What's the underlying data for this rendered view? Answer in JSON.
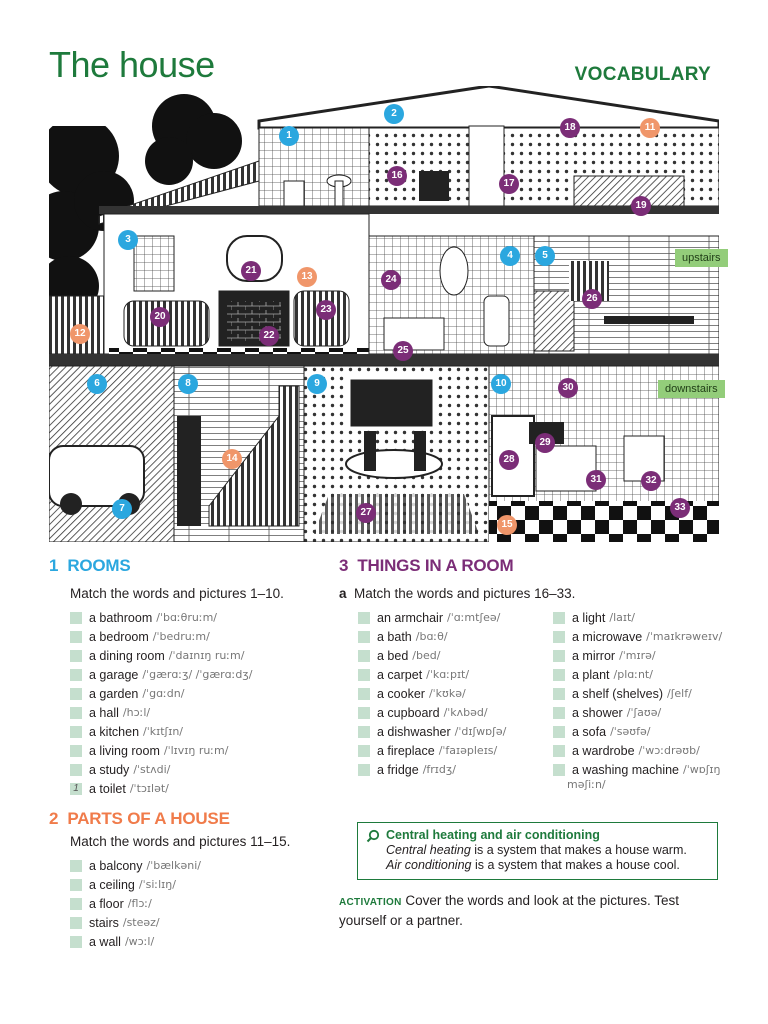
{
  "page": {
    "title": "The house",
    "section_tag": "VOCABULARY"
  },
  "illustration": {
    "floor_tags": {
      "upstairs": "upstairs",
      "downstairs": "downstairs"
    },
    "markers": {
      "m1": "1",
      "m2": "2",
      "m3": "3",
      "m4": "4",
      "m5": "5",
      "m6": "6",
      "m7": "7",
      "m8": "8",
      "m9": "9",
      "m10": "10",
      "m11": "11",
      "m12": "12",
      "m13": "13",
      "m14": "14",
      "m15": "15",
      "m16": "16",
      "m17": "17",
      "m18": "18",
      "m19": "19",
      "m20": "20",
      "m21": "21",
      "m22": "22",
      "m23": "23",
      "m24": "24",
      "m25": "25",
      "m26": "26",
      "m27": "27",
      "m28": "28",
      "m29": "29",
      "m30": "30",
      "m31": "31",
      "m32": "32",
      "m33": "33"
    },
    "colors": {
      "blue": "#2ba7df",
      "orange": "#f0966a",
      "purple": "#7b2d77"
    }
  },
  "rooms": {
    "number": "1",
    "heading": "ROOMS",
    "instruction": "Match the words and pictures 1–10.",
    "items": [
      {
        "box": "",
        "word": "a bathroom",
        "phon": "/ˈbɑːθruːm/"
      },
      {
        "box": "",
        "word": "a bedroom",
        "phon": "/ˈbedruːm/"
      },
      {
        "box": "",
        "word": "a dining room",
        "phon": "/ˈdaɪnɪŋ ruːm/"
      },
      {
        "box": "",
        "word": "a garage",
        "phon": "/ˈgærɑːʒ/ /ˈgærɑːdʒ/"
      },
      {
        "box": "",
        "word": "a garden",
        "phon": "/ˈgɑːdn/"
      },
      {
        "box": "",
        "word": "a hall",
        "phon": "/hɔːl/"
      },
      {
        "box": "",
        "word": "a kitchen",
        "phon": "/ˈkɪtʃɪn/"
      },
      {
        "box": "",
        "word": "a living room",
        "phon": "/ˈlɪvɪŋ ruːm/"
      },
      {
        "box": "",
        "word": "a study",
        "phon": "/ˈstʌdi/"
      },
      {
        "box": "1",
        "word": "a toilet",
        "phon": "/ˈtɔɪlət/"
      }
    ]
  },
  "parts": {
    "number": "2",
    "heading": "PARTS OF A HOUSE",
    "instruction": "Match the words and pictures 11–15.",
    "items": [
      {
        "word": "a balcony",
        "phon": "/ˈbælkəni/"
      },
      {
        "word": "a ceiling",
        "phon": "/ˈsiːlɪŋ/"
      },
      {
        "word": "a floor",
        "phon": "/flɔː/"
      },
      {
        "word": "stairs",
        "phon": "/steəz/"
      },
      {
        "word": "a wall",
        "phon": "/wɔːl/"
      }
    ]
  },
  "things": {
    "number": "3",
    "heading": "THINGS IN A ROOM",
    "sub": "a",
    "instruction": "Match the words and pictures 16–33.",
    "col1": [
      {
        "word": "an armchair",
        "phon": "/ˈɑːmtʃeə/"
      },
      {
        "word": "a bath",
        "phon": "/bɑːθ/"
      },
      {
        "word": "a bed",
        "phon": "/bed/"
      },
      {
        "word": "a carpet",
        "phon": "/ˈkɑːpɪt/"
      },
      {
        "word": "a cooker",
        "phon": "/ˈkʊkə/"
      },
      {
        "word": "a cupboard",
        "phon": "/ˈkʌbəd/"
      },
      {
        "word": "a dishwasher",
        "phon": "/ˈdɪʃwɒʃə/"
      },
      {
        "word": "a fireplace",
        "phon": "/ˈfaɪəpleɪs/"
      },
      {
        "word": "a fridge",
        "phon": "/frɪdʒ/"
      }
    ],
    "col2": [
      {
        "word": "a light",
        "phon": "/laɪt/"
      },
      {
        "word": "a microwave",
        "phon": "/ˈmaɪkrəweɪv/"
      },
      {
        "word": "a mirror",
        "phon": "/ˈmɪrə/"
      },
      {
        "word": "a plant",
        "phon": "/plɑːnt/"
      },
      {
        "word": "a shelf (shelves)",
        "phon": "/ʃelf/"
      },
      {
        "word": "a shower",
        "phon": "/ˈʃaʊə/"
      },
      {
        "word": "a sofa",
        "phon": "/ˈsəʊfə/"
      },
      {
        "word": "a wardrobe",
        "phon": "/ˈwɔːdrəʊb/"
      },
      {
        "word": "a washing machine",
        "phon": "/ˈwɒʃɪŋ"
      }
    ],
    "wrap": "məʃiːn/"
  },
  "callout": {
    "heading": "Central heating and air conditioning",
    "line1_term": "Central heating",
    "line1_rest": " is a system that makes a house warm.",
    "line2_term": "Air conditioning",
    "line2_rest": " is a system that makes a house cool."
  },
  "activation": {
    "label": "ACTIVATION",
    "text": "Cover the words and look at the pictures. Test yourself or a partner."
  }
}
